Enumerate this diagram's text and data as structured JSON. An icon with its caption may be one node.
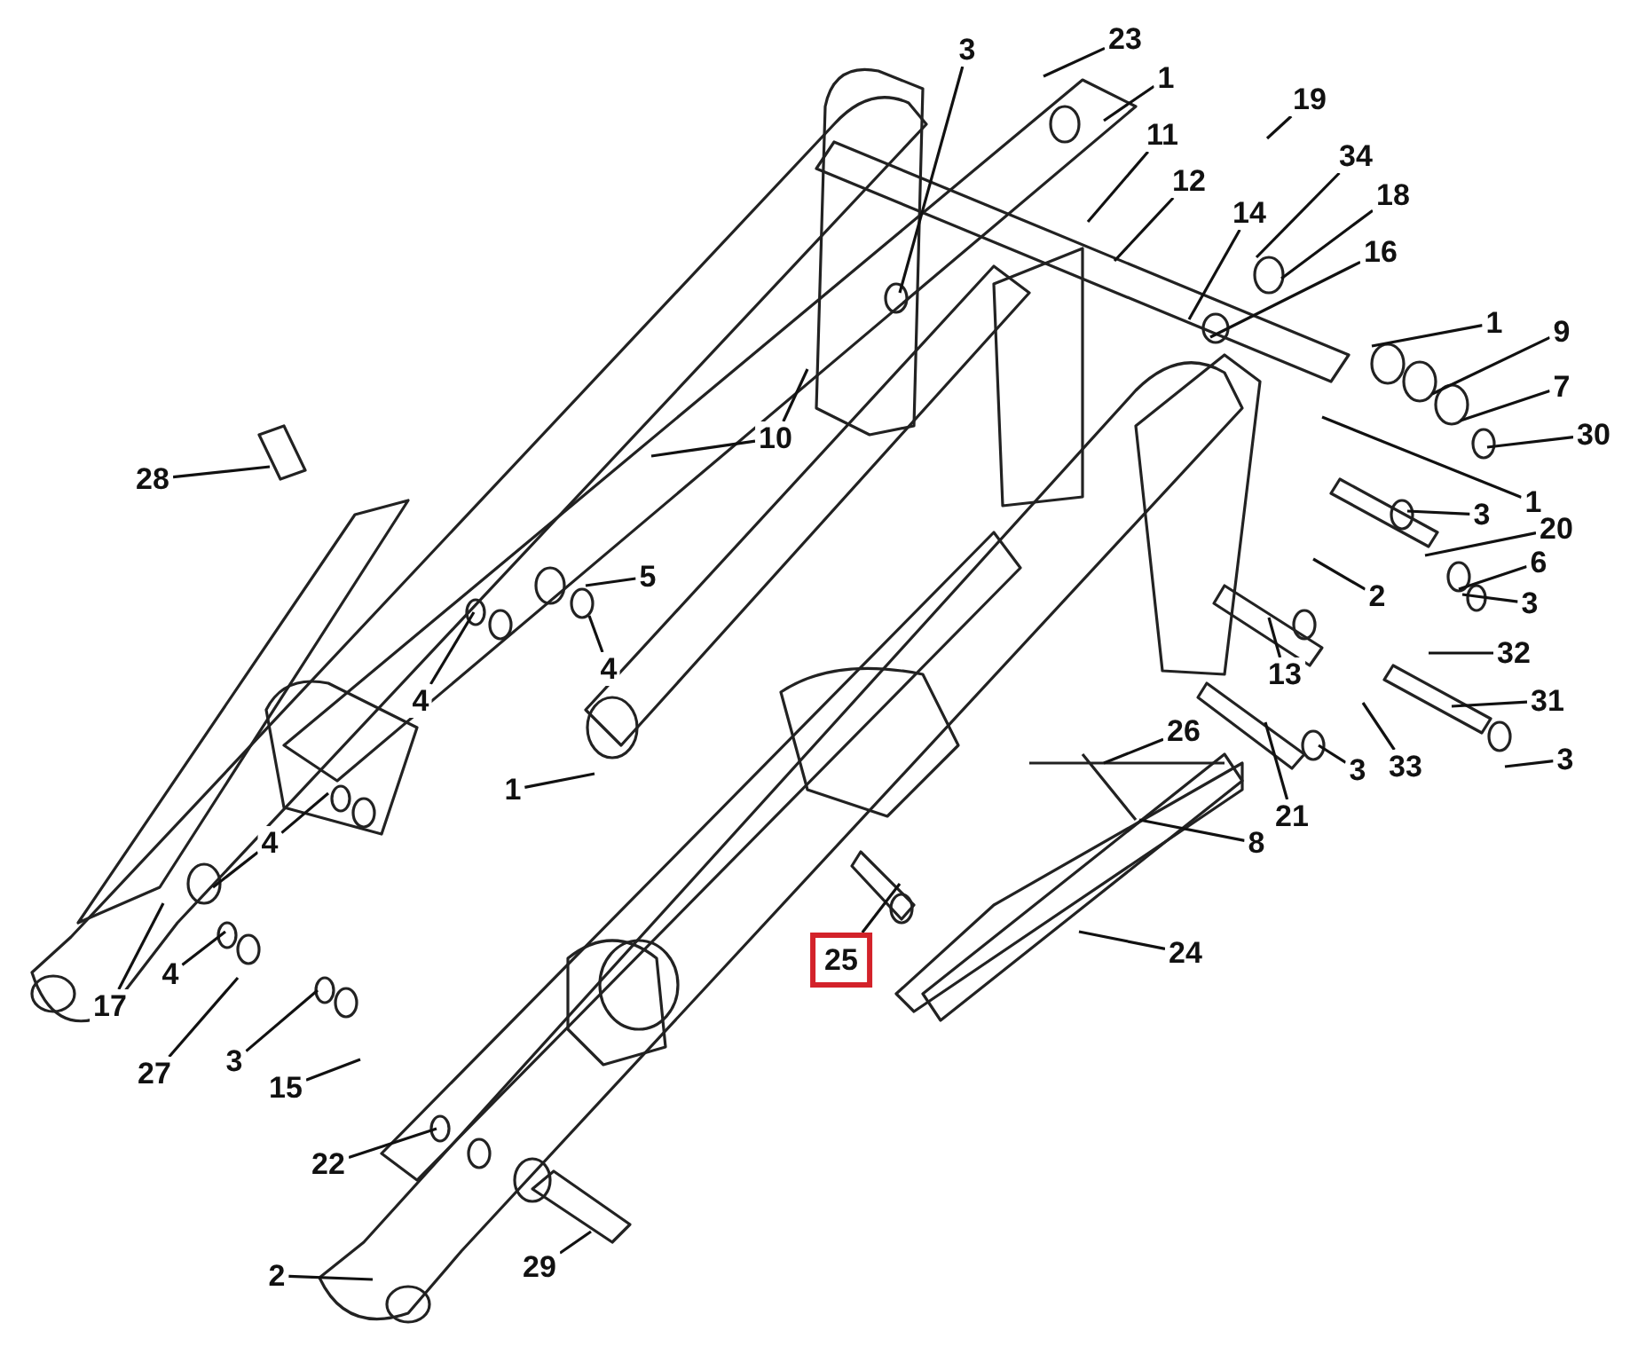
{
  "diagram": {
    "nodes": [
      {
        "text": [
          "3"
        ]
      },
      {
        "text": [
          "23"
        ]
      },
      {
        "text": [
          "1"
        ]
      },
      {
        "text": [
          "19"
        ]
      },
      {
        "text": [
          "11"
        ]
      },
      {
        "text": [
          "12"
        ]
      },
      {
        "text": [
          "34"
        ]
      },
      {
        "text": [
          "14"
        ]
      },
      {
        "text": [
          "18"
        ]
      },
      {
        "text": [
          "16"
        ]
      },
      {
        "text": [
          "1"
        ]
      },
      {
        "text": [
          "9"
        ]
      },
      {
        "text": [
          "7"
        ]
      },
      {
        "text": [
          "30"
        ]
      },
      {
        "text": [
          "10"
        ]
      },
      {
        "text": [
          "28"
        ]
      },
      {
        "text": [
          "1"
        ]
      },
      {
        "text": [
          "3"
        ]
      },
      {
        "text": [
          "20"
        ]
      },
      {
        "text": [
          "6"
        ]
      },
      {
        "text": [
          "2"
        ]
      },
      {
        "text": [
          "3"
        ]
      },
      {
        "text": [
          "32"
        ]
      },
      {
        "text": [
          "13"
        ]
      },
      {
        "text": [
          "31"
        ]
      },
      {
        "text": [
          "33"
        ]
      },
      {
        "text": [
          "3"
        ]
      },
      {
        "text": [
          "26"
        ]
      },
      {
        "text": [
          "21"
        ]
      },
      {
        "text": [
          "3"
        ]
      },
      {
        "text": [
          "8"
        ]
      },
      {
        "text": [
          "24"
        ]
      },
      {
        "text": [
          "25"
        ]
      },
      {
        "text": [
          "5"
        ]
      },
      {
        "text": [
          "4"
        ]
      },
      {
        "text": [
          "4"
        ]
      },
      {
        "text": [
          "1"
        ]
      },
      {
        "text": [
          "4"
        ]
      },
      {
        "text": [
          "4"
        ]
      },
      {
        "text": [
          "17"
        ]
      },
      {
        "text": [
          "27"
        ]
      },
      {
        "text": [
          "3"
        ]
      },
      {
        "text": [
          "15"
        ]
      },
      {
        "text": [
          "22"
        ]
      },
      {
        "text": [
          "29"
        ]
      },
      {
        "text": [
          "2"
        ]
      }
    ],
    "edges": [
      {
        "from": 0,
        "to": null,
        "arrow": "none"
      },
      {
        "from": 1,
        "to": null,
        "arrow": "none"
      },
      {
        "from": 2,
        "to": null,
        "arrow": "none"
      },
      {
        "from": 3,
        "to": null,
        "arrow": "none"
      },
      {
        "from": 4,
        "to": null,
        "arrow": "none"
      },
      {
        "from": 5,
        "to": null,
        "arrow": "none"
      },
      {
        "from": 6,
        "to": null,
        "arrow": "none"
      },
      {
        "from": 7,
        "to": null,
        "arrow": "none"
      },
      {
        "from": 8,
        "to": null,
        "arrow": "none"
      },
      {
        "from": 9,
        "to": null,
        "arrow": "none"
      },
      {
        "from": 10,
        "to": null,
        "arrow": "none"
      },
      {
        "from": 11,
        "to": null,
        "arrow": "none"
      },
      {
        "from": 12,
        "to": null,
        "arrow": "none"
      },
      {
        "from": 13,
        "to": null,
        "arrow": "none"
      },
      {
        "from": 14,
        "to": null,
        "arrow": "none"
      },
      {
        "from": 14,
        "to": null,
        "arrow": "none"
      },
      {
        "from": 15,
        "to": null,
        "arrow": "none"
      },
      {
        "from": 16,
        "to": null,
        "arrow": "none"
      },
      {
        "from": 17,
        "to": null,
        "arrow": "none"
      },
      {
        "from": 18,
        "to": null,
        "arrow": "none"
      },
      {
        "from": 19,
        "to": null,
        "arrow": "none"
      },
      {
        "from": 20,
        "to": null,
        "arrow": "none"
      },
      {
        "from": 21,
        "to": null,
        "arrow": "none"
      },
      {
        "from": 22,
        "to": null,
        "arrow": "none"
      },
      {
        "from": 23,
        "to": null,
        "arrow": "none"
      },
      {
        "from": 24,
        "to": null,
        "arrow": "none"
      },
      {
        "from": 25,
        "to": null,
        "arrow": "none"
      },
      {
        "from": 26,
        "to": null,
        "arrow": "none"
      },
      {
        "from": 27,
        "to": null,
        "arrow": "none"
      },
      {
        "from": 28,
        "to": null,
        "arrow": "none"
      },
      {
        "from": 29,
        "to": null,
        "arrow": "none"
      },
      {
        "from": 30,
        "to": null,
        "arrow": "none"
      },
      {
        "from": 31,
        "to": null,
        "arrow": "none"
      },
      {
        "from": 32,
        "to": null,
        "arrow": "none"
      },
      {
        "from": 33,
        "to": null,
        "arrow": "none"
      },
      {
        "from": 34,
        "to": null,
        "arrow": "none"
      },
      {
        "from": 35,
        "to": null,
        "arrow": "none"
      },
      {
        "from": 36,
        "to": null,
        "arrow": "none"
      },
      {
        "from": 37,
        "to": null,
        "arrow": "none"
      },
      {
        "from": 37,
        "to": null,
        "arrow": "none"
      },
      {
        "from": 38,
        "to": null,
        "arrow": "none"
      },
      {
        "from": 39,
        "to": null,
        "arrow": "none"
      },
      {
        "from": 40,
        "to": null,
        "arrow": "none"
      },
      {
        "from": 41,
        "to": null,
        "arrow": "none"
      },
      {
        "from": 42,
        "to": null,
        "arrow": "none"
      },
      {
        "from": 43,
        "to": null,
        "arrow": "none"
      },
      {
        "from": 44,
        "to": null,
        "arrow": "none"
      },
      {
        "from": 45,
        "to": null,
        "arrow": "none"
      }
    ]
  }
}
